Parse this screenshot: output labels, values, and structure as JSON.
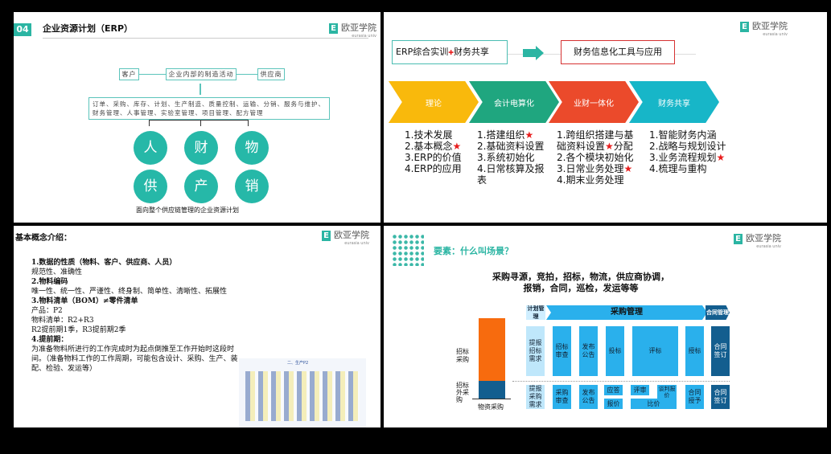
{
  "slide1": {
    "number": "04",
    "title": "企业资源计划（ERP）",
    "logo": {
      "name": "欧亚学院",
      "sub": "eurasia univ"
    },
    "top_boxes": [
      "客户",
      "企业内部的制造活动",
      "供应商"
    ],
    "modules_text": "订单、采购、库存、计划、生产制造、质量控制、运输、分销、服务与维护、财务管理、人事管理、实验室管理、项目管理、配方管理",
    "circles": [
      "人",
      "财",
      "物",
      "供",
      "产",
      "销"
    ],
    "caption": "面向整个供应链管理的企业资源计划"
  },
  "slide2": {
    "logo": {
      "name": "欧亚学院",
      "sub": "eurasia univ"
    },
    "left_box": "ERP综合实训",
    "plus": "✚",
    "left_box_2": "财务共享",
    "right_box": "财务信息化工具与应用",
    "colors": {
      "stage1": "#f9b90c",
      "stage2": "#1fa67f",
      "stage3": "#eb4a2b",
      "stage4": "#17b6c8"
    },
    "stages": [
      {
        "label": "理论",
        "items": [
          "1.技术发展",
          "2.基本概念★",
          "3.ERP的价值",
          "4.ERP的应用"
        ]
      },
      {
        "label": "会计电算化",
        "items": [
          "1.搭建组织★",
          "2.基础资料设置",
          "3.系统初始化",
          "4.日常核算及报表"
        ]
      },
      {
        "label": "业财一体化",
        "items": [
          "1.跨组织搭建与基础资料设置★分配",
          "2.各个模块初始化",
          "3.日常业务处理★",
          "4.期末业务处理"
        ]
      },
      {
        "label": "财务共享",
        "items": [
          "1.智能财务内涵",
          "2.战略与规划设计",
          "3.业务流程规划★",
          "4.梳理与重构"
        ]
      }
    ]
  },
  "slide3": {
    "title": "基本概念介绍：",
    "logo": {
      "name": "欧亚学院",
      "sub": "eurasia univ"
    },
    "lines": [
      {
        "text": "1.数据的性质（物料、客户、供应商、人员）",
        "bold": true
      },
      {
        "text": "规范性、准确性",
        "bold": false
      },
      {
        "text": "2.物料编码",
        "bold": true
      },
      {
        "text": "唯一性、统一性、严谨性、终身制、简单性、清晰性、拓展性",
        "bold": false
      },
      {
        "text": "3.物料清单（BOM）≠零件清单",
        "bold": true
      },
      {
        "text": "产品：P2",
        "bold": false
      },
      {
        "text": "物料清单：R2+R3",
        "bold": false
      },
      {
        "text": "R2提前期1季，R3提前期2季",
        "bold": false
      },
      {
        "text": "4.提前期：",
        "bold": true
      },
      {
        "text": "为准备物料所进行的工作完成时为起点倒推至工作开始时这段时间。（准备物料工作的工作周期，可能包含设计、采购、生产、装配、检验、发运等）",
        "bold": false
      }
    ],
    "thumbnail_title": "二、生产P2"
  },
  "slide4": {
    "title": "要素：什么叫场景？",
    "logo": {
      "name": "欧亚学院",
      "sub": "eurasia univ"
    },
    "subtitle_1": "采购寻源，竞拍，招标，物流，供应商协调，",
    "subtitle_2": "报销，合同，巡检，发运等等",
    "bar": {
      "top_label": "招标采购",
      "bottom_label": "招标外采购",
      "x_label": "物资采购",
      "bid_share": 0.78
    },
    "header": {
      "left": "计划管理",
      "middle": "采购管理",
      "right": "合同管理"
    },
    "row1": [
      "提报招标需求",
      "招标审查",
      "发布公告",
      "投标",
      "评标",
      "授标",
      "合同签订"
    ],
    "row2": [
      "提报采购需求",
      "采购审查",
      "发布公告",
      "应答",
      "评审",
      "谈判报价",
      "报价",
      "比价",
      "合同授予",
      "合同签订"
    ]
  }
}
